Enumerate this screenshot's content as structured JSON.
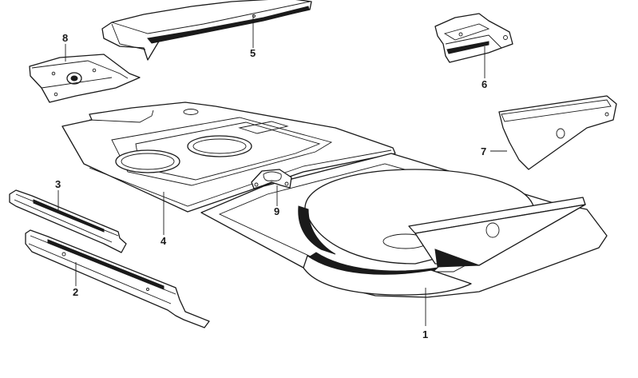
{
  "diagram": {
    "callouts": [
      {
        "id": "c1",
        "text": "1"
      },
      {
        "id": "c2",
        "text": "2"
      },
      {
        "id": "c3",
        "text": "3"
      },
      {
        "id": "c4",
        "text": "4"
      },
      {
        "id": "c5",
        "text": "5"
      },
      {
        "id": "c6",
        "text": "6"
      },
      {
        "id": "c7",
        "text": "7"
      },
      {
        "id": "c8",
        "text": "8"
      },
      {
        "id": "c9",
        "text": "9"
      }
    ]
  }
}
